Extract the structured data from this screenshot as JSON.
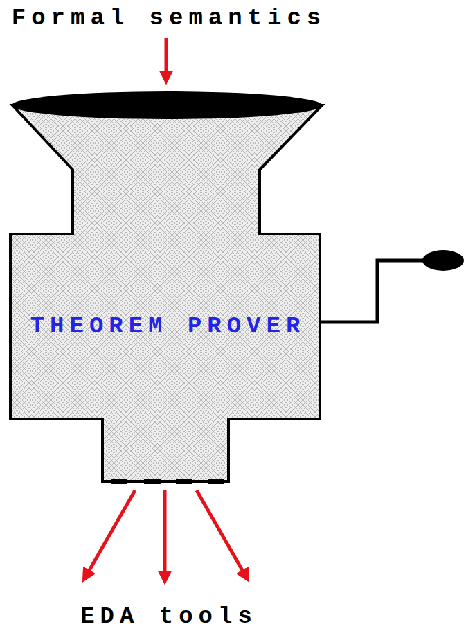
{
  "diagram": {
    "nodes": [
      {
        "text": [
          "THEOREM PROVER"
        ]
      }
    ],
    "labels": [
      "Formal semantics",
      "EDA tools"
    ]
  }
}
